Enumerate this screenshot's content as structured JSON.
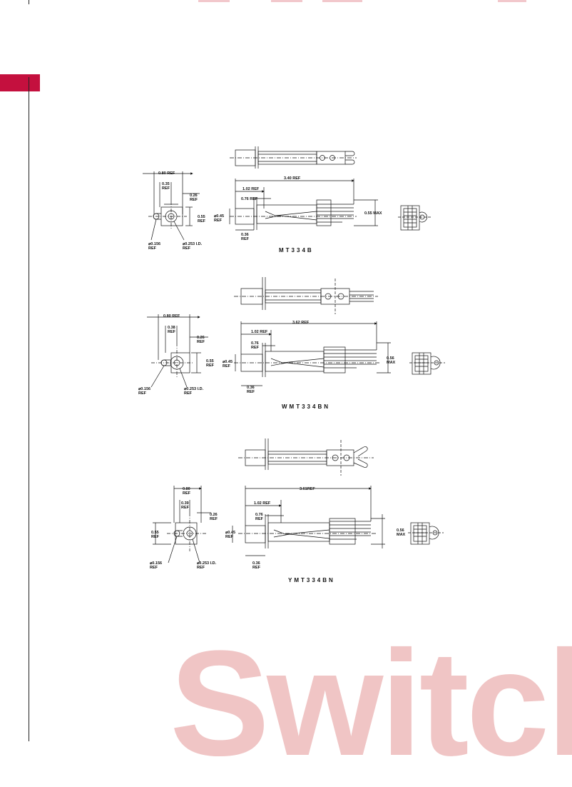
{
  "colors": {
    "accent": "#c4103e",
    "watermark": "#f0c5c5",
    "line": "#111111"
  },
  "watermark": "Switcl",
  "drawings": [
    {
      "model": "MT334B",
      "dims": {
        "overall_width": "0.80 REF",
        "inner_width": "0.35\nREF",
        "side_offset": "0.26\nREF",
        "height": "0.55\nREF",
        "hole_dia": "⌀0.156\nREF",
        "id_dia": "⌀0.253 I.D.\nREF",
        "length": "3.40 REF",
        "length_a": "1.02 REF",
        "length_b": "0.76 REF",
        "barrel_dia": "⌀0.45\nREF",
        "barrel_len": "0.36\nREF",
        "max_height": "0.55 MAX"
      }
    },
    {
      "model": "WMT334BN",
      "dims": {
        "overall_width": "0.80 REF",
        "inner_width": "0.38\nREF",
        "side_offset": "0.26\nREF",
        "height": "0.55\nREF",
        "hole_dia": "⌀0.156\nREF",
        "id_dia": "⌀0.253 I.D.\nREF",
        "length": "3.62 REF",
        "length_a": "1.02 REF",
        "length_b": "0.76\nREF",
        "barrel_dia": "⌀0.45\nREF",
        "barrel_len": "0.36\nREF",
        "max_height": "0.56\nMAX"
      }
    },
    {
      "model": "YMT334BN",
      "dims": {
        "overall_width": "0.80\nREF",
        "inner_width": "0.39\nREF",
        "side_offset": "0.26\nREF",
        "height": "0.55\nREF",
        "hole_dia": "⌀0.156\nREF",
        "id_dia": "⌀0.253 I.D.\nREF",
        "length": "3.61REF",
        "length_a": "1.02 REF",
        "length_b": "0.76\nREF",
        "barrel_dia": "⌀0.45\nREF",
        "barrel_len": "0.36\nREF",
        "max_height": "0.56\nMAX"
      }
    }
  ]
}
